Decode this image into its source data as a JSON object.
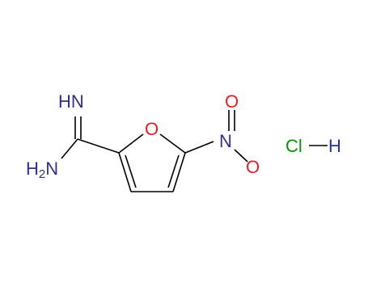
{
  "molecule": {
    "atoms": {
      "imine_n": "HN",
      "amine_n": "H2N",
      "ring_o": "O",
      "nitro_n": "N",
      "nitro_o_top": "O",
      "nitro_o_bottom": "O",
      "chlorine": "Cl",
      "hydrogen": "H"
    },
    "colors": {
      "bond": "#000000",
      "nitrogen": "#2e3192",
      "oxygen": "#ed1c24",
      "chlorine": "#009900",
      "hydrogen": "#2e3192"
    }
  }
}
